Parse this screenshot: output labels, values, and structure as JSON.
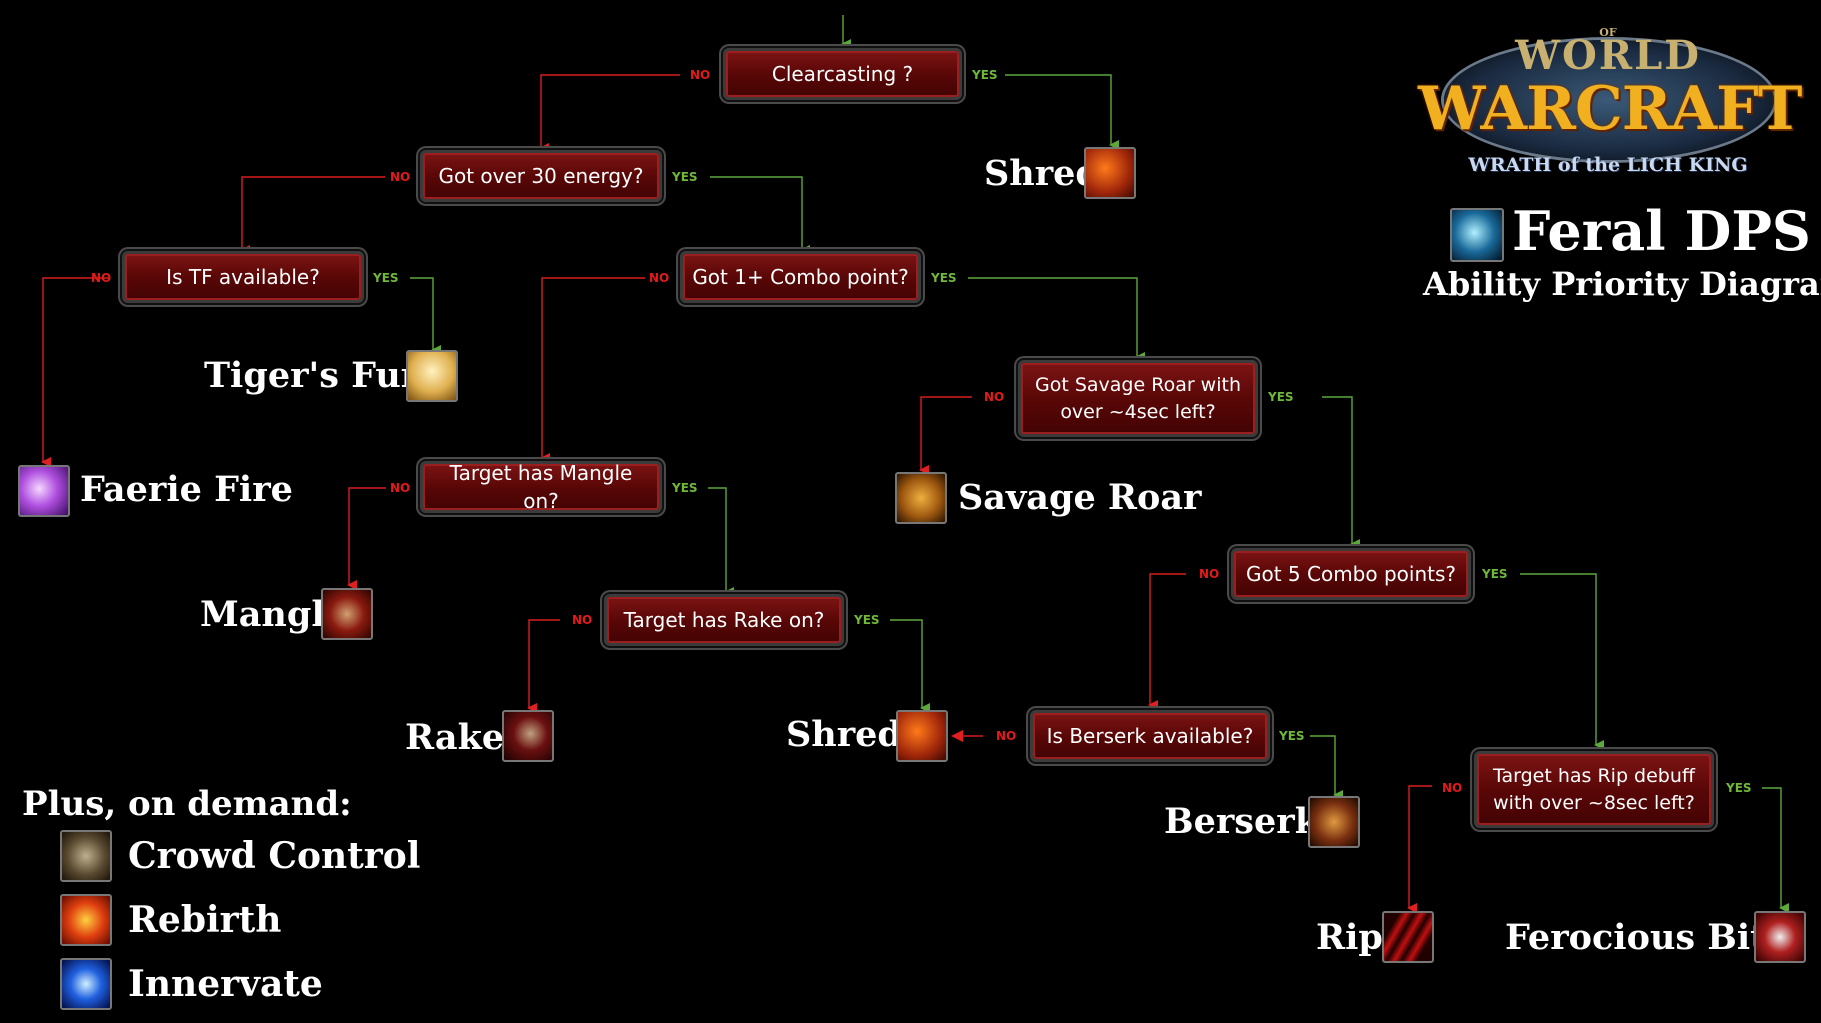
{
  "logo": {
    "line1": "WORLD",
    "line1_small": "OF",
    "line2": "WARCRAFT",
    "line3": "WRATH of the LICH KING"
  },
  "title": {
    "main": "Feral DPS",
    "sub": "Ability Priority Diagram"
  },
  "decisions": {
    "clearcasting": "Clearcasting ?",
    "energy": "Got over 30 energy?",
    "tf": "Is TF available?",
    "combo1": "Got 1+ Combo point?",
    "savage_roar_check": "Got Savage Roar with over ~4sec left?",
    "mangle_check": "Target has Mangle on?",
    "rake_check": "Target has Rake on?",
    "combo5": "Got 5 Combo points?",
    "berserk_check": "Is Berserk available?",
    "rip_check": "Target has Rip debuff with over ~8sec left?"
  },
  "answers": {
    "no": "NO",
    "yes": "YES"
  },
  "abilities": {
    "shred_top": "Shred",
    "tigers_fury": "Tiger's Fury",
    "faerie_fire": "Faerie Fire",
    "savage_roar": "Savage Roar",
    "mangle": "Mangle",
    "rake": "Rake",
    "shred_mid": "Shred",
    "berserk": "Berserk",
    "rip": "Rip",
    "ferocious_bite": "Ferocious Bite"
  },
  "on_demand": {
    "heading": "Plus, on demand:",
    "items": [
      "Crowd Control",
      "Rebirth",
      "Innervate"
    ]
  },
  "colors": {
    "no_arrow": "#d81e1e",
    "yes_arrow": "#5ca83a",
    "node_fill": "#6a0c0c"
  }
}
